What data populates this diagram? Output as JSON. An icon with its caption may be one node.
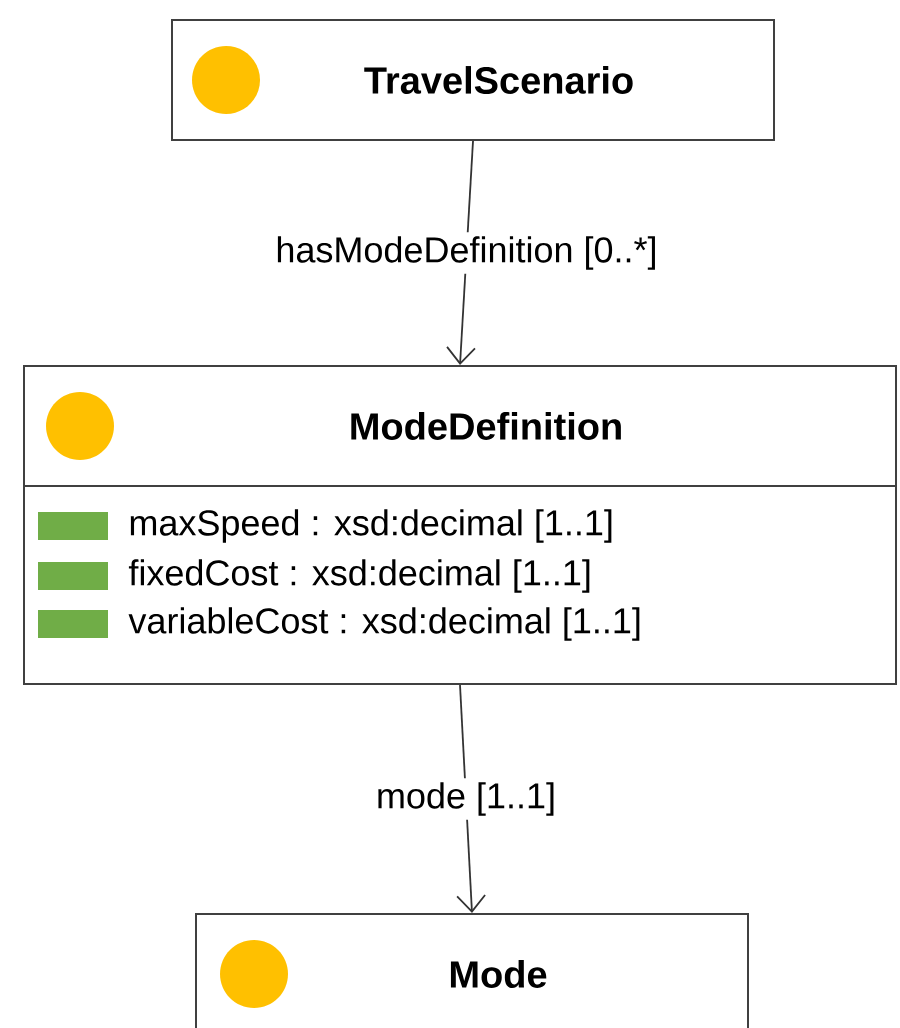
{
  "diagram": {
    "nodes": [
      {
        "text": [
          "TravelScenario"
        ]
      },
      {
        "text": [
          "ModeDefinition",
          "maxSpeed : xsd:decimal [1..1]",
          "fixedCost : xsd:decimal [1..1]",
          "variableCost : xsd:decimal [1..1]"
        ]
      },
      {
        "text": [
          "Mode"
        ]
      }
    ],
    "edges": [
      {
        "from": 0,
        "to": 1,
        "arrow": "to",
        "label": "hasModeDefinition [0..*]"
      },
      {
        "from": 1,
        "to": 2,
        "arrow": "to",
        "label": "mode [1..1]"
      }
    ]
  }
}
